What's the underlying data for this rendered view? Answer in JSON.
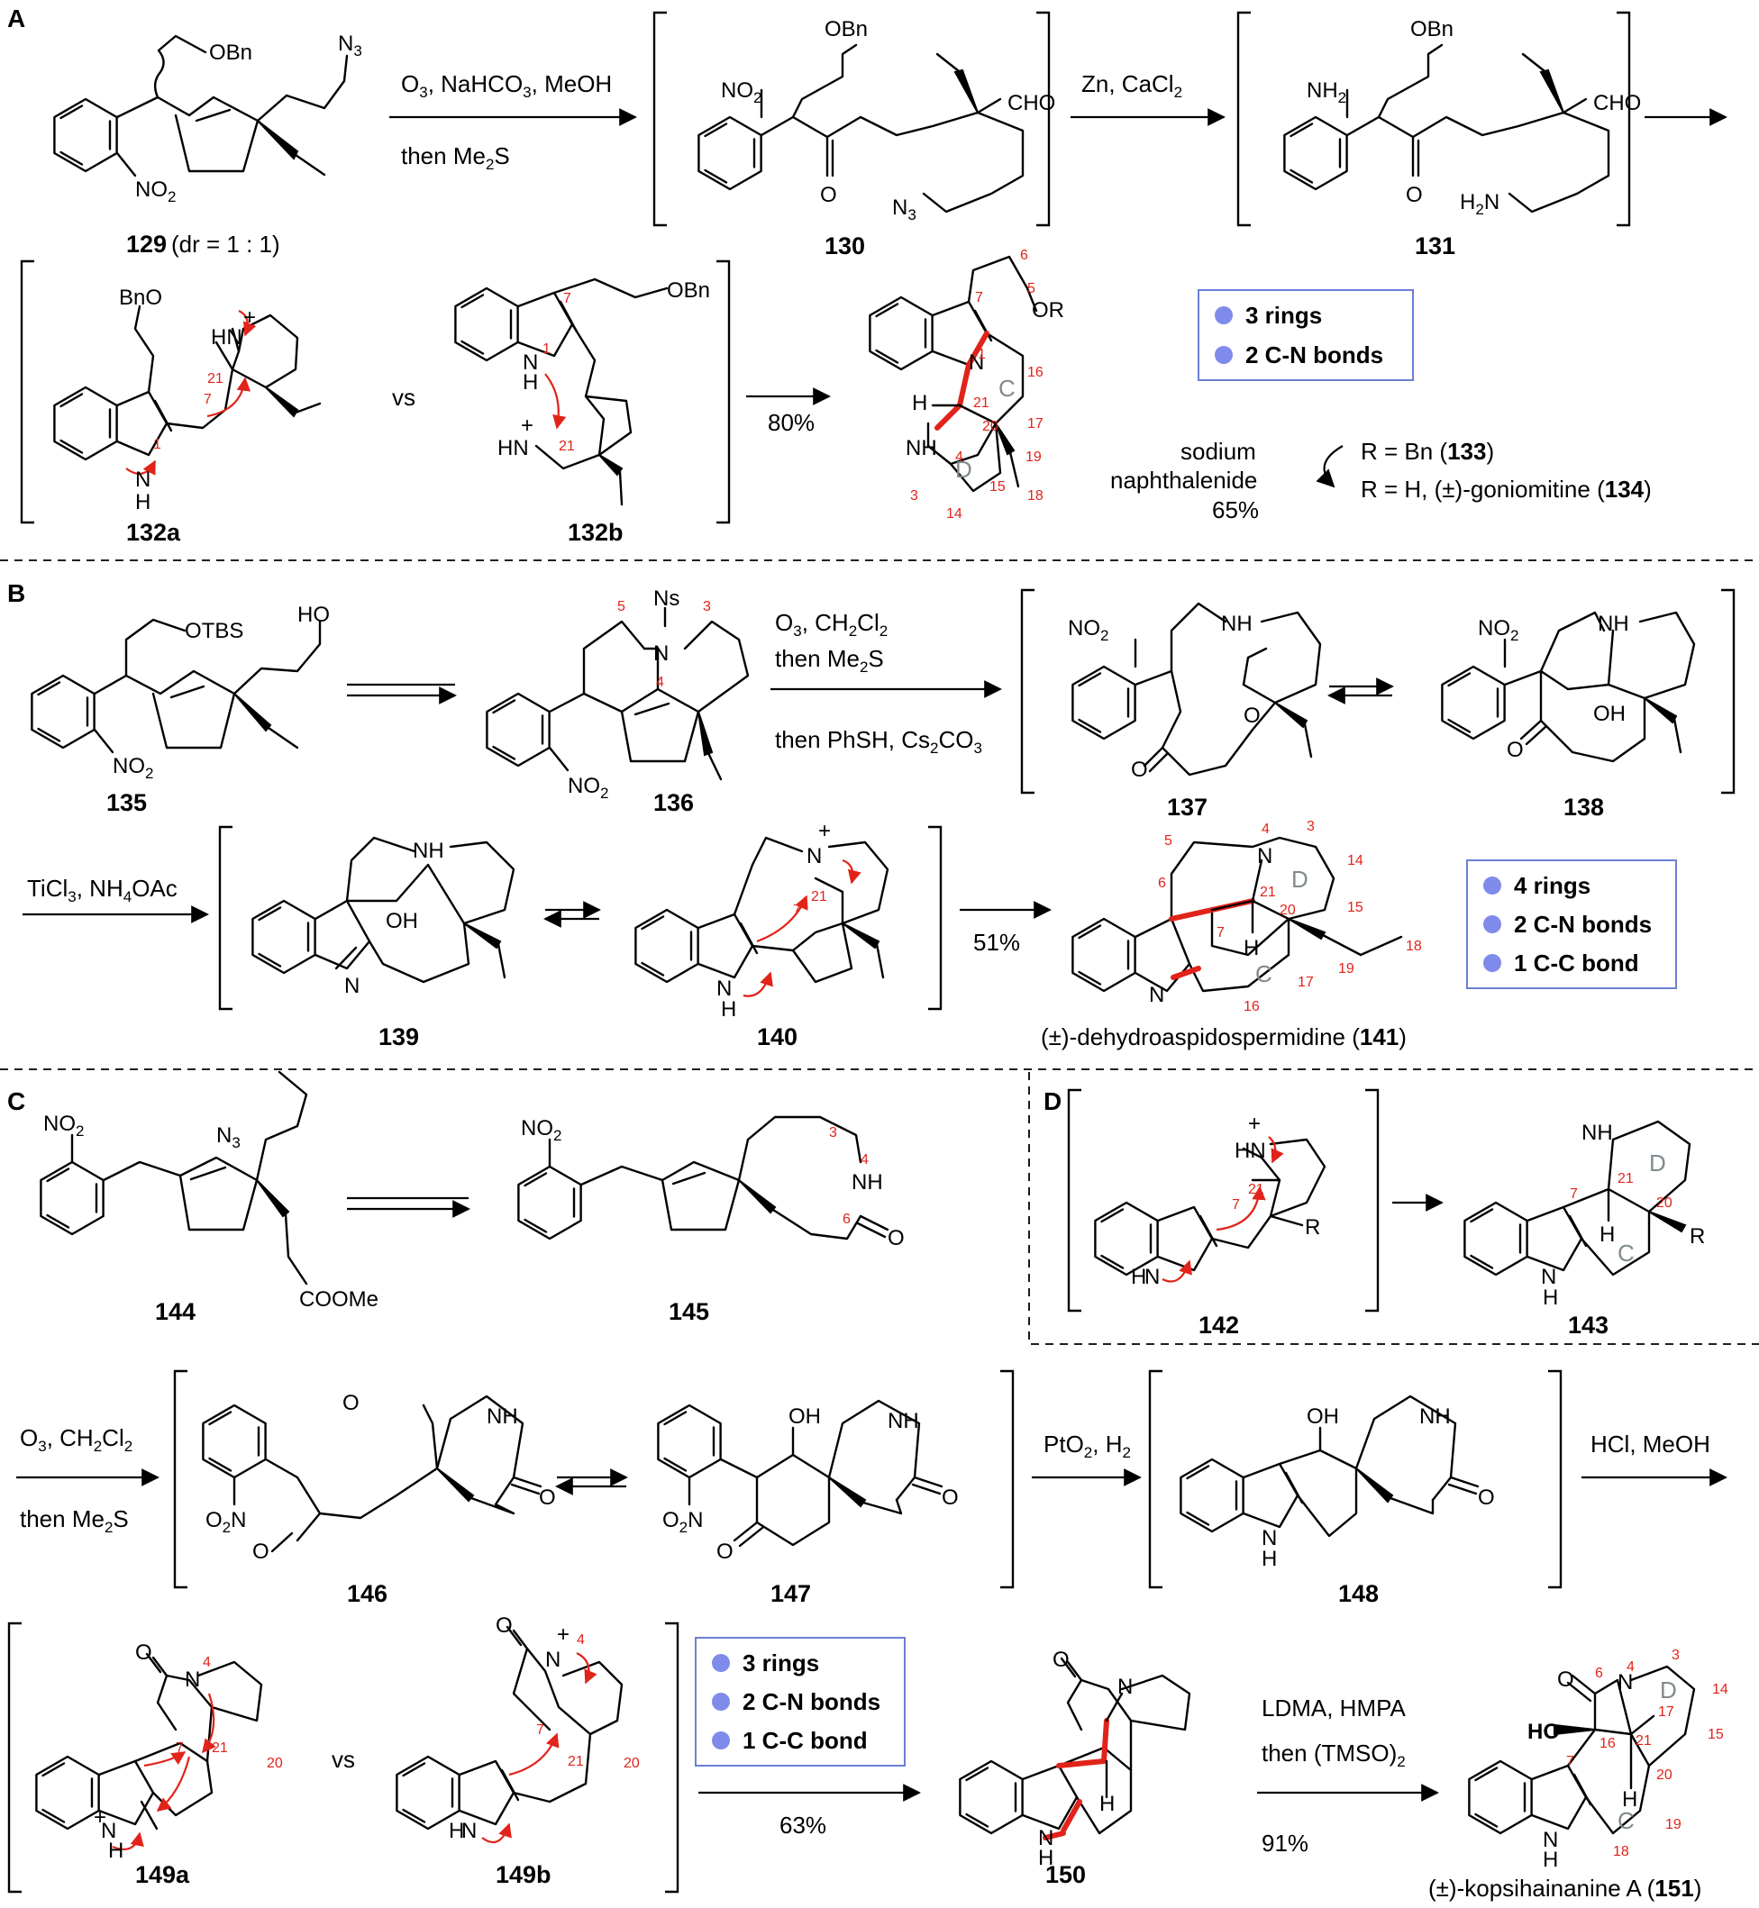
{
  "sections": {
    "A": "A",
    "B": "B",
    "C": "C",
    "D": "D"
  },
  "compounds": {
    "c129": {
      "label": "129",
      "note": "(dr = 1 : 1)"
    },
    "c130": {
      "label": "130"
    },
    "c131": {
      "label": "131"
    },
    "c132a": {
      "label": "132a"
    },
    "c132b": {
      "label": "132b"
    },
    "c135": {
      "label": "135"
    },
    "c136": {
      "label": "136"
    },
    "c137": {
      "label": "137"
    },
    "c138": {
      "label": "138"
    },
    "c139": {
      "label": "139"
    },
    "c140": {
      "label": "140"
    },
    "c141": {
      "prefix": "(±)-dehydroaspidospermidine (",
      "label": "141",
      "suffix": ")"
    },
    "c142": {
      "label": "142"
    },
    "c143": {
      "label": "143"
    },
    "c144": {
      "label": "144"
    },
    "c145": {
      "label": "145"
    },
    "c146": {
      "label": "146"
    },
    "c147": {
      "label": "147"
    },
    "c148": {
      "label": "148"
    },
    "c149a": {
      "label": "149a"
    },
    "c149b": {
      "label": "149b"
    },
    "c150": {
      "label": "150"
    },
    "c151": {
      "prefix": "(±)-kopsihainanine A (",
      "label": "151",
      "suffix": ")"
    }
  },
  "conditions": {
    "a1_top": "O3, NaHCO3, MeOH",
    "a1_bottom": "then Me2S",
    "a2_top": "Zn, CaCl2",
    "a3_yield": "80%",
    "a4_reagent1": "sodium",
    "a4_reagent2": "naphthalenide",
    "a4_yield": "65%",
    "a4_r1_prefix": "R = Bn (",
    "a4_r1_label": "133",
    "a4_r1_suffix": ")",
    "a4_r2_prefix": "R = H, (±)-goniomitine (",
    "a4_r2_label": "134",
    "a4_r2_suffix": ")",
    "b1_line1": "O3, CH2Cl2",
    "b1_line2": "then Me2S",
    "b1_line3": "then PhSH, Cs2CO3",
    "b2_top": "TiCl3, NH4OAc",
    "b3_yield": "51%",
    "c1_top": "O3, CH2Cl2",
    "c1_bottom": "then Me2S",
    "c2_top": "PtO2, H2",
    "c3_top": "HCl, MeOH",
    "c4_yield": "63%",
    "c5_line1": "LDMA, HMPA",
    "c5_line2": "then (TMSO)2",
    "c5_yield": "91%",
    "vs": "vs"
  },
  "summary_boxes": {
    "A": [
      "3 rings",
      "2 C-N bonds"
    ],
    "B": [
      "4 rings",
      "2 C-N bonds",
      "1 C-C bond"
    ],
    "C": [
      "3 rings",
      "2 C-N bonds",
      "1 C-C bond"
    ]
  },
  "substituents": {
    "obn": "OBn",
    "otbs": "OTBS",
    "n3": "N3",
    "no2": "NO2",
    "nh2": "NH2",
    "cho": "CHO",
    "ho": "HO",
    "oh": "OH",
    "or": "OR",
    "ns": "Ns",
    "coome": "COOMe",
    "r": "R",
    "h2n": "H2N",
    "nh": "NH",
    "n": "N",
    "o": "O",
    "h": "H",
    "bno": "BnO",
    "plus": "+"
  },
  "atom_numbers": [
    "1",
    "3",
    "4",
    "5",
    "6",
    "7",
    "14",
    "15",
    "16",
    "17",
    "18",
    "19",
    "20",
    "21"
  ],
  "ring_letters": [
    "C",
    "D"
  ],
  "colors": {
    "highlight": "#e1231a",
    "box_border": "#6b7fd6",
    "box_dot": "#7f8bea",
    "ring_letter": "#808a8f"
  }
}
